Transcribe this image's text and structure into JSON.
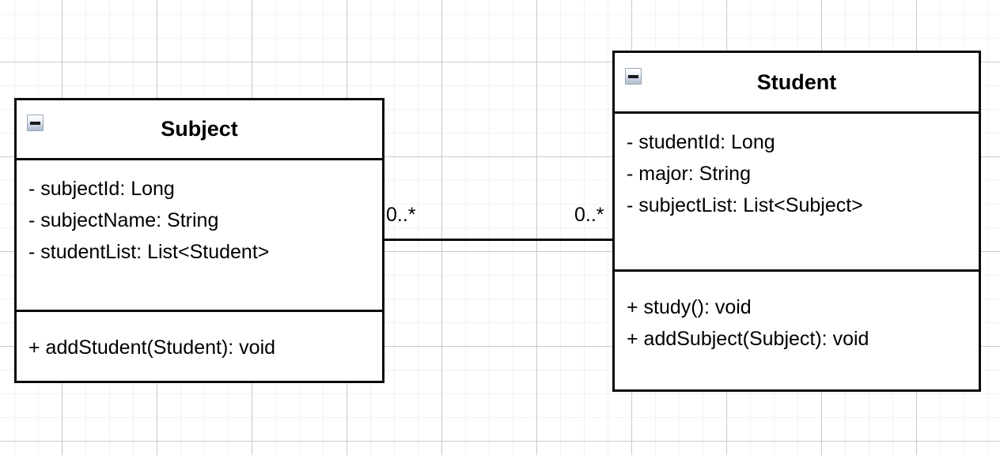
{
  "diagram": {
    "type": "uml-class-diagram",
    "background": "#ffffff",
    "grid_minor_color": "#f2f2f2",
    "grid_major_color": "#c9c9c9",
    "line_color": "#0a0a0a"
  },
  "classes": [
    {
      "id": "subject",
      "name": "Subject",
      "collapse_icon": "minus-icon",
      "attributes": [
        "- subjectId: Long",
        "- subjectName: String",
        "- studentList: List<Student>"
      ],
      "methods": [
        "+ addStudent(Student): void"
      ]
    },
    {
      "id": "student",
      "name": "Student",
      "collapse_icon": "minus-icon",
      "attributes": [
        "- studentId: Long",
        "- major: String",
        "- subjectList: List<Subject>"
      ],
      "methods": [
        "+ study(): void",
        "+ addSubject(Subject): void"
      ]
    }
  ],
  "association": {
    "kind": "association",
    "source": "subject",
    "target": "student",
    "source_multiplicity": "0..*",
    "target_multiplicity": "0..*"
  }
}
